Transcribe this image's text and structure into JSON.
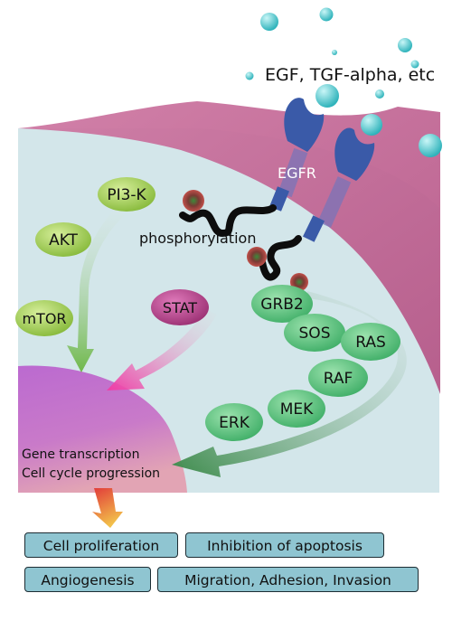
{
  "ligand_label": "EGF, TGF-alpha, etc",
  "receptor_label": "EGFR",
  "phosphorylation_label": "phosphorylation",
  "nodes": {
    "pi3k": "PI3-K",
    "akt": "AKT",
    "mtor": "mTOR",
    "stat": "STAT",
    "grb2": "GRB2",
    "sos": "SOS",
    "ras": "RAS",
    "raf": "RAF",
    "mek": "MEK",
    "erk": "ERK"
  },
  "nucleus_text": [
    "Gene transcription",
    "Cell cycle progression"
  ],
  "outcomes": {
    "row1": [
      "Cell proliferation",
      "Inhibition of apoptosis"
    ],
    "row2": [
      "Angiogenesis",
      "Migration, Adhesion, Invasion"
    ]
  },
  "colors": {
    "cytoplasm": "#d3e6ea",
    "membrane": "#c26b96",
    "nucleus": "#b867c9",
    "green_node": "#5fbf7e",
    "yellow_green_node": "#9cc94a",
    "stat_node": "#b03a86",
    "receptor": "#3a5aa8",
    "ligand": "#3fc3c9",
    "outcome_box": "#8fc5d1"
  }
}
